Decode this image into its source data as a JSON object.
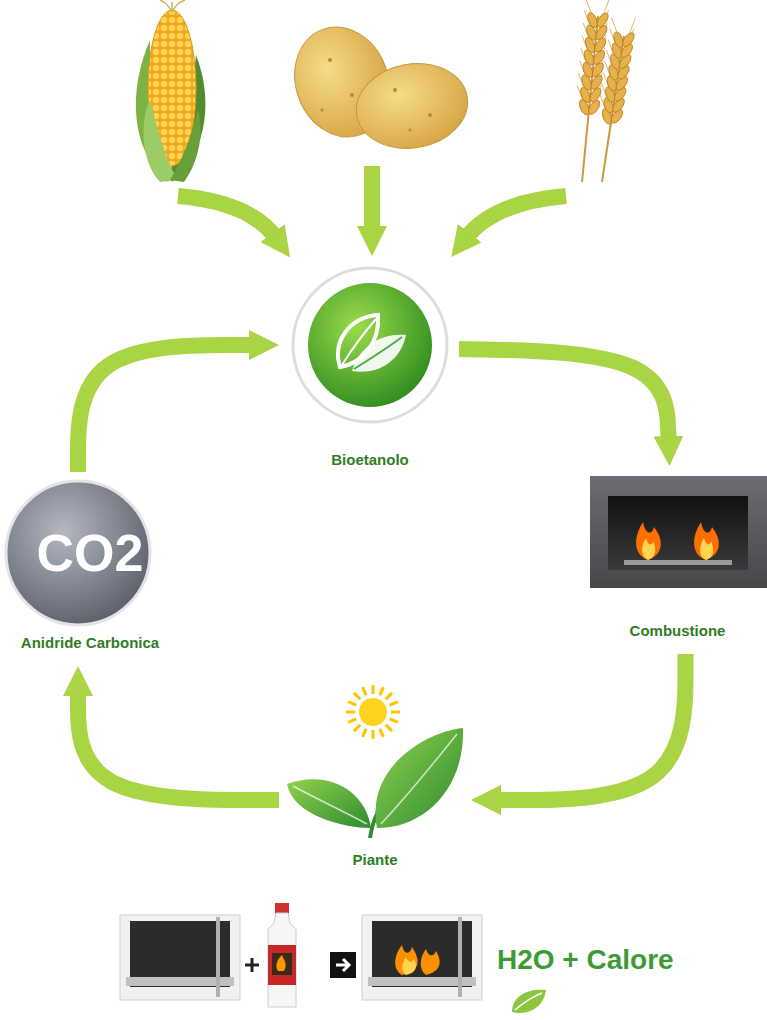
{
  "diagram": {
    "nodes": [
      {
        "text": [
          "Bioetanolo"
        ]
      },
      {
        "text": [
          "Combustione"
        ]
      },
      {
        "text": [
          "Piante"
        ]
      },
      {
        "text": [
          "CO2",
          "Anidride Carbonica"
        ]
      }
    ],
    "edges": [
      {
        "from": 0,
        "to": 1,
        "arrow": "to"
      },
      {
        "from": 1,
        "to": 2,
        "arrow": "to"
      },
      {
        "from": 2,
        "to": 3,
        "arrow": "to"
      },
      {
        "from": 3,
        "to": 0,
        "arrow": "to"
      }
    ],
    "labels": [
      "H2O + Calore"
    ]
  }
}
